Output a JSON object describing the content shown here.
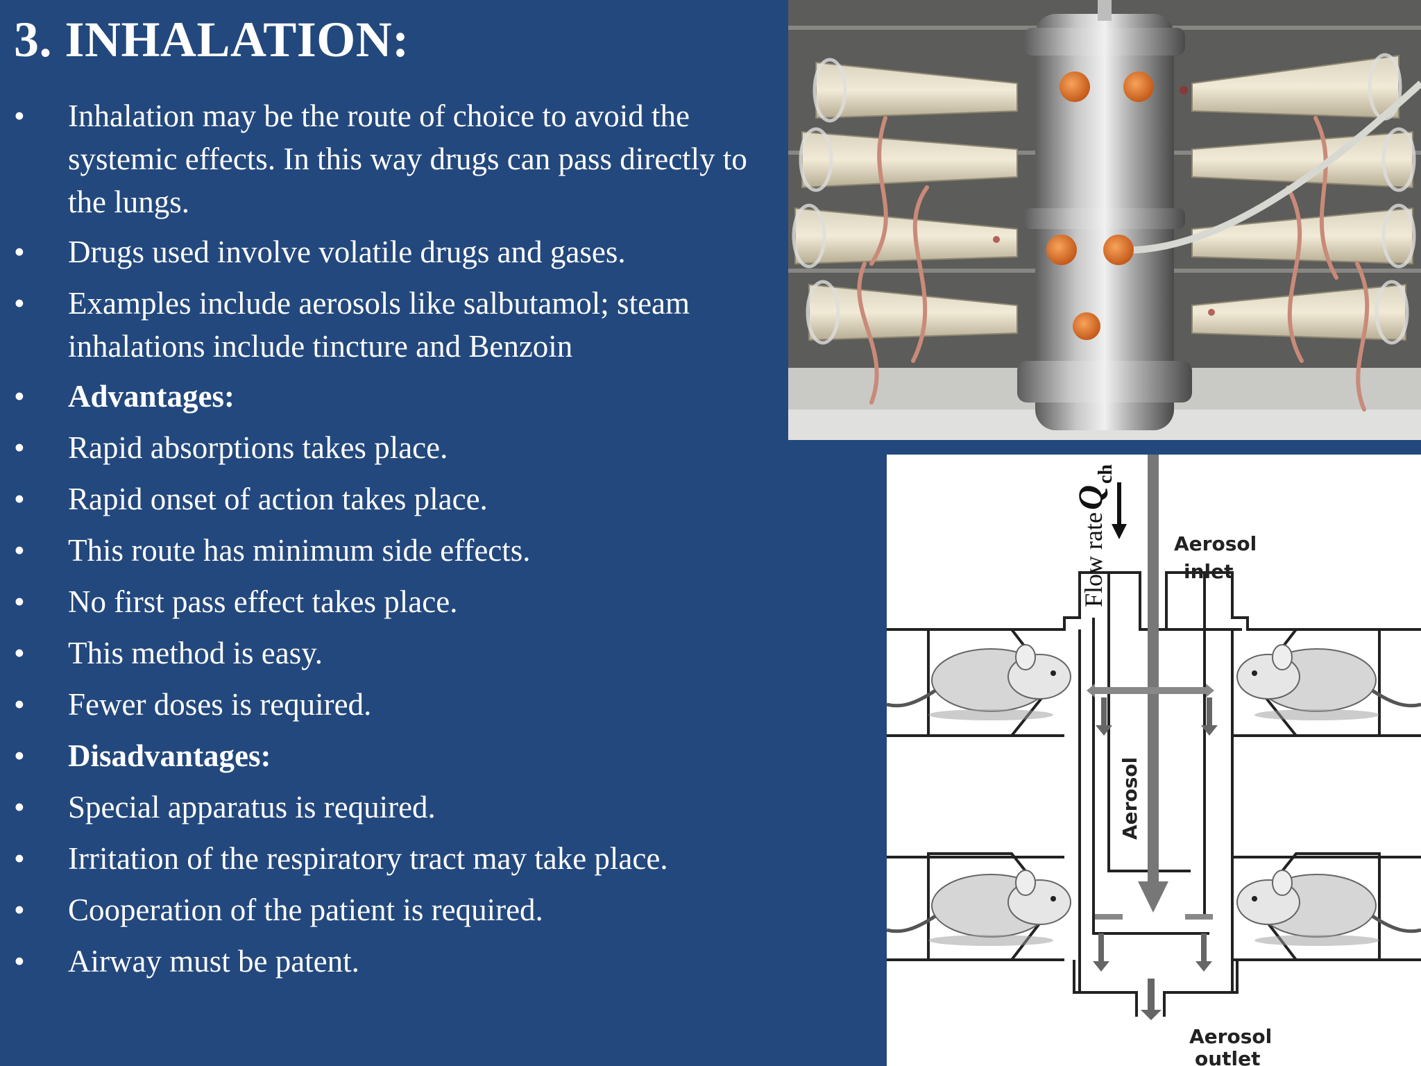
{
  "slide": {
    "title": "3. INHALATION:",
    "bullet_symbol": "•",
    "bullets": [
      {
        "text": "Inhalation may be the route of choice to avoid the systemic effects. In this way drugs can pass directly to the lungs.",
        "bold": false
      },
      {
        "text": "Drugs  used involve volatile drugs and gases.",
        "bold": false
      },
      {
        "text": "Examples include aerosols like salbutamol; steam inhalations include tincture and Benzoin",
        "bold": false
      },
      {
        "text": "Advantages:",
        "bold": true
      },
      {
        "text": "Rapid absorptions takes place.",
        "bold": false
      },
      {
        "text": "Rapid onset of action takes place.",
        "bold": false
      },
      {
        "text": "This route has minimum side effects.",
        "bold": false
      },
      {
        "text": "No first pass effect takes place.",
        "bold": false
      },
      {
        "text": "This method is easy.",
        "bold": false
      },
      {
        "text": "Fewer doses is required.",
        "bold": false
      },
      {
        "text": "Disadvantages:",
        "bold": true
      },
      {
        "text": "Special apparatus is required.",
        "bold": false
      },
      {
        "text": "Irritation of the respiratory tract may take place.",
        "bold": false
      },
      {
        "text": "Cooperation of the patient is required.",
        "bold": false
      },
      {
        "text": "Airway must be patent.",
        "bold": false
      }
    ]
  },
  "diagram": {
    "flow_rate_text": "Flow rate",
    "flow_symbol": "Q",
    "flow_subscript": "ch",
    "aerosol_inlet_line1": "Aerosol",
    "aerosol_inlet_line2": "inlet",
    "aerosol_center": "Aerosol",
    "aerosol_outlet_line1": "Aerosol",
    "aerosol_outlet_line2": "outlet"
  },
  "colors": {
    "background": "#23487d",
    "text": "#ffffff"
  }
}
